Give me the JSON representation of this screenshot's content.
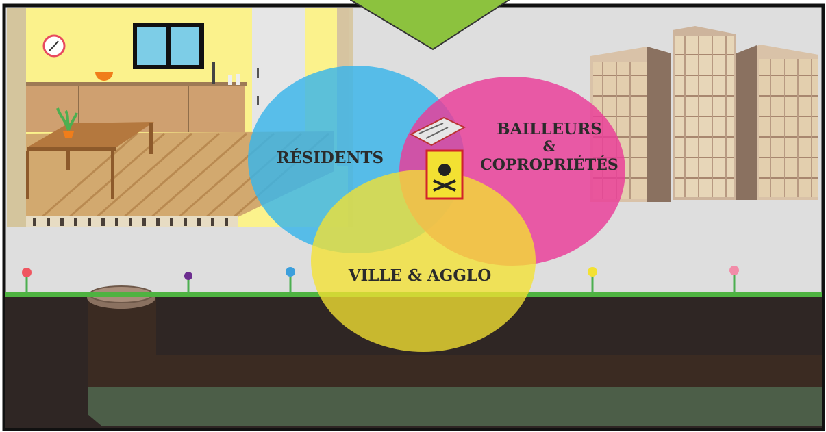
{
  "diagram": {
    "circles": [
      {
        "id": "residents",
        "label": "RÉSIDENTS",
        "color": "#38b4ea"
      },
      {
        "id": "bailleurs",
        "label_lines": [
          "BAILLEURS",
          "&",
          "COPROPRIÉTÉS"
        ],
        "color": "#ea3c98"
      },
      {
        "id": "ville",
        "label": "VILLE & AGGLO",
        "color": "#f3e132"
      }
    ],
    "center_icons": [
      "rat-trap-icon",
      "poison-can-icon"
    ]
  },
  "scene": {
    "items": [
      "kitchen",
      "buildings",
      "flowers",
      "grass",
      "manhole",
      "sewer-pipe",
      "down-arrow"
    ],
    "colors": {
      "wall": "#fbf28c",
      "ground": "#dedede",
      "soil": "#2f2624",
      "sewer": "#3b2b22",
      "sewer_water": "#4c5e48",
      "building": "#b48f7c",
      "arrow": "#8cc23e"
    }
  }
}
